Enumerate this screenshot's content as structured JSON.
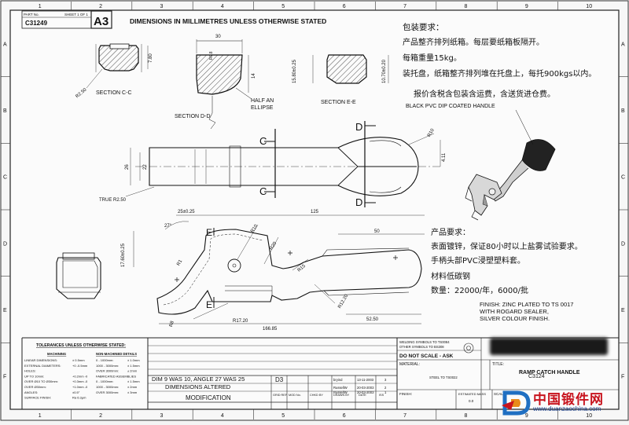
{
  "title_block": {
    "part_no_label": "PART No.",
    "sheet_label": "SHEET 1 OF 1",
    "part_no": "C31249",
    "size": "A3",
    "dims_note": "DIMENSIONS IN MILLIMETRES UNLESS OTHERWISE STATED"
  },
  "column_numbers": [
    "1",
    "2",
    "3",
    "4",
    "5",
    "6",
    "7",
    "8",
    "9",
    "10"
  ],
  "row_letters": [
    "A",
    "B",
    "C",
    "D",
    "E",
    "F"
  ],
  "sections": {
    "cc": "SECTION C-C",
    "dd": "SECTION D-D",
    "ee": "SECTION E-E",
    "half_ellipse_1": "HALF AN",
    "half_ellipse_2": "ELLIPSE",
    "handle_note": "BLACK PVC DIP COATED HANDLE",
    "true_r": "TRUE R2.50"
  },
  "dimensions": {
    "cc_r": "R2.50",
    "cc_h": "7.80",
    "dd_w": "30",
    "dd_h": "14",
    "dd_r": "R0.8",
    "ee_a": "15.80±0.25",
    "ee_b": "10.70±0.20",
    "plan_26": "26",
    "plan_22": "22",
    "plan_r10": "R10",
    "plan_d": "4.11",
    "side_25": "25±0.25",
    "side_125": "125",
    "side_50": "50",
    "side_27": "27°",
    "side_r10": "R10",
    "side_r20": "R20",
    "side_r15": "R15",
    "side_r1": "R1",
    "side_r8": "R8",
    "side_1760": "17.60±0.25",
    "side_r1720": "R17.20",
    "side_r1220": "R12.20",
    "side_16685": "166.85",
    "side_5250": "52.50",
    "label_c": "C",
    "label_d": "D",
    "label_e": "E"
  },
  "notes_cn": {
    "packing_title": "包装要求：",
    "packing_1": "产品整齐排列纸箱。每层要纸箱板隔开。",
    "packing_2": "每箱重量15kg。",
    "packing_3": "装托盘，纸箱整齐排列堆在托盘上，每托900kgs以内。",
    "quote": "报价含税含包装含运费，含送货进仓费。",
    "product_title": "产品要求：",
    "product_1": "表面镀锌，保证80小时以上盐雾试验要求。",
    "product_2": "手柄头部PVC浸塑塑料套。",
    "product_3": "材料低碳钢",
    "product_4": "数量：22000/年，6000/批"
  },
  "finish_note": [
    "FINISH: ZINC PLATED TO TS 0017",
    "WITH ROGARD SEALER,",
    "SILVER COLOUR FINISH."
  ],
  "tolerances": {
    "title": "TOLERANCES UNLESS OTHERWISE STATED:",
    "machining": "MACHINING",
    "non_machined": "NON-MACHINED DETAILS",
    "rows_left": [
      [
        "LINEAR DIMENSIONS:",
        "± 0.5mm"
      ],
      [
        "EXTERNAL DIAMETERS:",
        "+0 -0.5mm"
      ],
      [
        "HOLES:",
        ""
      ],
      [
        "UP TO 10mm:",
        "+0.2mm -0"
      ],
      [
        "OVER Ø10 TO Ø30mm:",
        "+0.3mm -0"
      ],
      [
        "OVER Ø30mm:",
        "+1.0mm -0"
      ],
      [
        "ANGLES:",
        "±0.5°"
      ],
      [
        "SURFACE FINISH:",
        "Ra 6.3μm"
      ]
    ],
    "rows_right": [
      [
        "0 - 1000mm:",
        "± 1.0mm"
      ],
      [
        "1000 - 3000mm:",
        "± 1.5mm"
      ],
      [
        "OVER 3000mm:",
        "± 2mm"
      ],
      [
        "FABRICATED ASSEMBLIES",
        ""
      ],
      [
        "0 - 1000mm:",
        "± 1.5mm"
      ],
      [
        "1000 - 3000mm:",
        "± 2mm"
      ],
      [
        "OVER 3000mm:",
        "± 3mm"
      ]
    ]
  },
  "modification": {
    "entry_1": "DIM 9 WAS 10, ANGLE 27 WAS 25",
    "entry_2": "DIMENSIONS ALTERED",
    "grid": "D3",
    "header": "MODIFICATION",
    "grid_ref": "GRID REF",
    "mod_no": "MOD No.",
    "chkd_by": "CHKD BY",
    "drawn_by": "DRAWN BY",
    "date": "DATE",
    "iss": "ISS",
    "rows": [
      [
        "bryind",
        "13-11-2003",
        "3"
      ],
      [
        "RussellW",
        "20-03-2003",
        "2"
      ],
      [
        "RussellW",
        "20-03-2003",
        "1"
      ]
    ]
  },
  "right_block": {
    "weld_1": "WELDING SYMBOLS TO TS0084",
    "weld_2": "OTHER SYMBOLS TO BS308",
    "no_scale": "DO NOT SCALE - ASK",
    "material": "MATERIAL:",
    "steel": "STEEL TO TS0022",
    "title_label": "TITLE:",
    "title": "RAMP CATCH HANDLE",
    "finish_label": "FINISH:",
    "mass_label": "ESTIMATED MASS",
    "mass": "0.0",
    "scale_label": "SCALE",
    "part_short": "C3124"
  },
  "watermark": {
    "cn": "中国锻件网",
    "url": "www.duanzaochina.com"
  }
}
